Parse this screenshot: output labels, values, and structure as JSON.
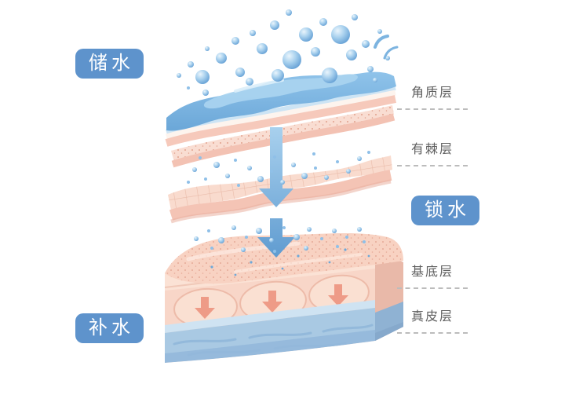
{
  "badges": {
    "store_water": "储水",
    "lock_water": "锁水",
    "replenish_water": "补水"
  },
  "layer_labels": [
    {
      "label": "角质层"
    },
    {
      "label": "有棘层"
    },
    {
      "label": "基底层"
    },
    {
      "label": "真皮层"
    }
  ],
  "colors": {
    "badge-blue": "#5e93cc",
    "label-gray": "#5f5f5f",
    "water-blue": "#7db7e4",
    "water-light": "#aad4f0",
    "skin-pink": "#f6c9bb",
    "skin-pink-light": "#fbe2d5",
    "dermis-blue": "#a9c9e3",
    "bubble-blue": "#5d9bd3",
    "arrow-blue": "#6ea9d9"
  }
}
